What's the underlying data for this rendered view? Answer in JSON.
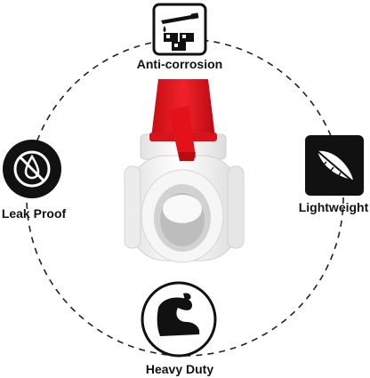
{
  "features": {
    "top": {
      "label": "Anti-corrosion",
      "icon": "chemical-blocks-icon"
    },
    "left": {
      "label": "Leak Proof",
      "icon": "no-drop-icon"
    },
    "right": {
      "label": "Lightweight",
      "icon": "feather-icon"
    },
    "bottom": {
      "label": "Heavy Duty",
      "icon": "flexed-arm-icon"
    }
  },
  "product": {
    "name": "pvc-ball-valve",
    "body_color": "#f4f4f4",
    "handle_color": "#e8141b"
  },
  "colors": {
    "ring": "#222222",
    "icon_bg": "#111111",
    "icon_fg": "#ffffff"
  }
}
